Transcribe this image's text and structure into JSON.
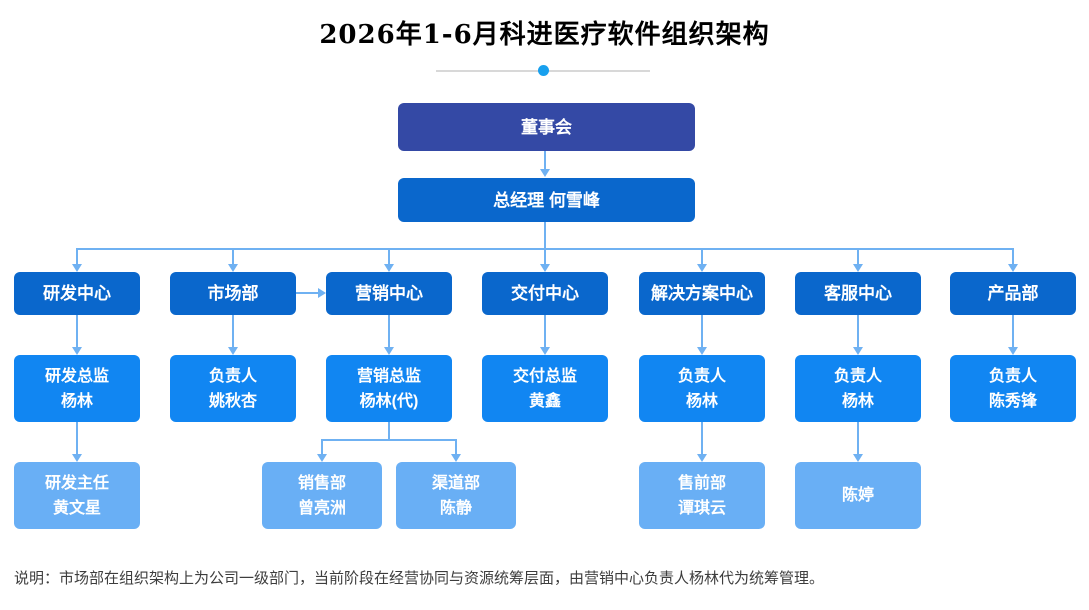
{
  "title": "2026年1-6月科进医疗软件组织架构",
  "org": {
    "board": "董事会",
    "gm": "总经理 何雪峰",
    "columns": [
      {
        "dept": "研发中心",
        "lead1": "研发总监",
        "lead2": "杨林",
        "sub1": "研发主任",
        "sub2": "黄文星"
      },
      {
        "dept": "市场部",
        "lead1": "负责人",
        "lead2": "姚秋杏"
      },
      {
        "dept": "营销中心",
        "lead1": "营销总监",
        "lead2": "杨林(代)",
        "children": [
          {
            "l1": "销售部",
            "l2": "曾亮洲"
          },
          {
            "l1": "渠道部",
            "l2": "陈静"
          }
        ]
      },
      {
        "dept": "交付中心",
        "lead1": "交付总监",
        "lead2": "黄鑫"
      },
      {
        "dept": "解决方案中心",
        "lead1": "负责人",
        "lead2": "杨林",
        "sub1": "售前部",
        "sub2": "谭琪云"
      },
      {
        "dept": "客服中心",
        "lead1": "负责人",
        "lead2": "杨林",
        "sub1": "陈婷"
      },
      {
        "dept": "产品部",
        "lead1": "负责人",
        "lead2": "陈秀锋"
      }
    ]
  },
  "note": "说明：市场部在组织架构上为公司一级部门，当前阶段在经营协同与资源统筹层面，由营销中心负责人杨林代为统筹管理。",
  "colors": {
    "board_box": "#3449a5",
    "dept_box": "#0a67cc",
    "lead_box": "#1186f2",
    "sub_box": "#69aff5",
    "connector": "#6fb1f2",
    "divider_dot": "#18a0ee",
    "divider_line": "#d8d8d8",
    "note_text": "#3d3d3d"
  }
}
